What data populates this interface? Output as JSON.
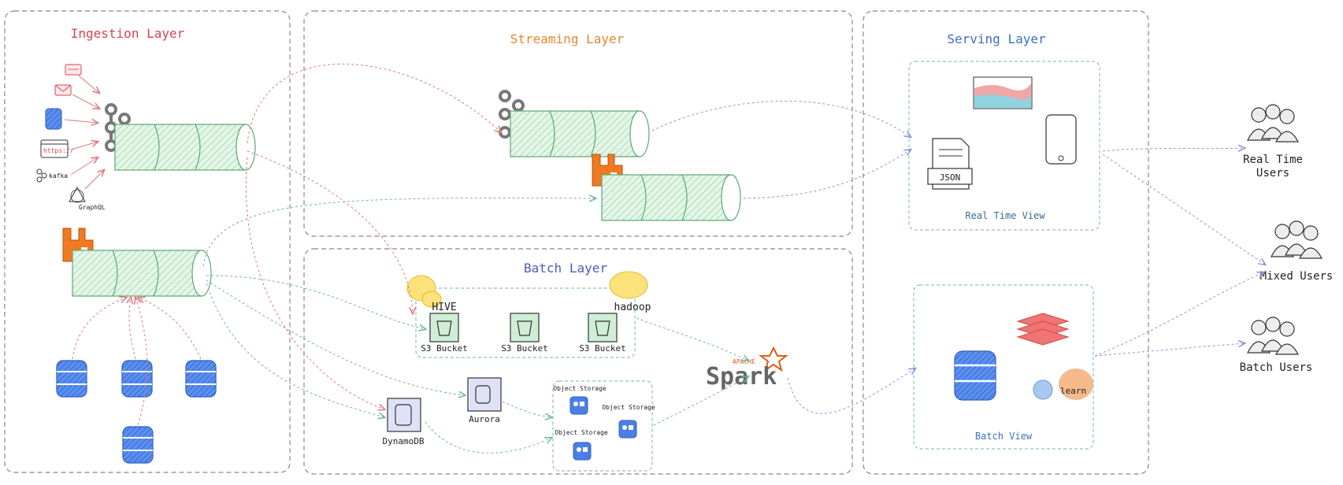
{
  "layers": {
    "ingestion": "Ingestion Layer",
    "streaming": "Streaming Layer",
    "batch": "Batch Layer",
    "serving": "Serving Layer"
  },
  "sources": {
    "https": "https://",
    "kafka": "kafka",
    "graph": "GraphQL"
  },
  "batch": {
    "hive": "HIVE",
    "hadoop": "hadoop",
    "bucket1": "S3 Bucket",
    "bucket2": "S3 Bucket",
    "bucket3": "S3 Bucket",
    "aurora": "Aurora",
    "dynamodb": "DynamoDB",
    "object1": "Object Storage",
    "object2": "Object Storage",
    "object3": "Object Storage",
    "spark": "Spark",
    "apache": "APACHE"
  },
  "serving": {
    "json": "JSON",
    "realtime_view": "Real Time View",
    "batch_view": "Batch View",
    "learn": "learn"
  },
  "users": {
    "realtime_line1": "Real Time",
    "realtime_line2": "Users",
    "mixed": "Mixed Users",
    "batch": "Batch Users"
  },
  "colors": {
    "ingestion_title": "#d9434a",
    "streaming_title": "#e8862f",
    "batch_title": "#4a5bc4",
    "serving_title": "#3a6ec4",
    "pipe_fill": "#cfeed6",
    "pipe_stroke": "#5ca874",
    "red_arrow": "#e07a7a",
    "teal_arrow": "#6fb5a8",
    "blue_arrow": "#8f92e0",
    "db_blue": "#3f7be0",
    "kafka_gray": "#777777",
    "rabbit_orange": "#f07a22"
  }
}
